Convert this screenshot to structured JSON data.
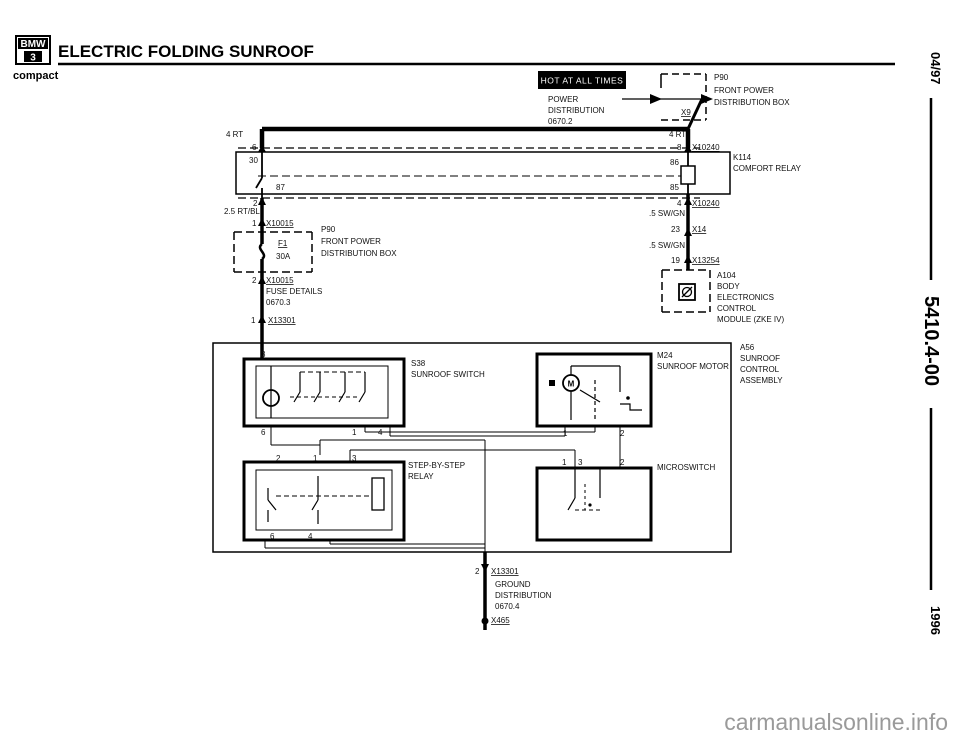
{
  "header": {
    "logo_top": "BMW",
    "logo_bottom": "3",
    "logo_sub": "compact",
    "title": "ELECTRIC FOLDING SUNROOF"
  },
  "side": {
    "date": "04/97",
    "code": "5410.4-00",
    "year": "1996"
  },
  "hot_label": "HOT AT ALL TIMES",
  "power_dist": [
    "POWER",
    "DISTRIBUTION",
    "0670.2"
  ],
  "p90_top": {
    "name": "P90",
    "lines": [
      "FRONT POWER",
      "DISTRIBUTION BOX"
    ],
    "pin": "X9"
  },
  "wires": {
    "w4rt_left": "4 RT",
    "w4rt_right": "4 RT",
    "p6": "6",
    "p8": "8",
    "x10240_a": "X10240",
    "p30": "30",
    "p86": "86",
    "p87": "87",
    "p85": "85",
    "p2a": "2",
    "w25": "2.5 RT/BL",
    "p1a": "1",
    "x10015_a": "X10015",
    "p4": "4",
    "x10240_b": "X10240",
    "w5a": ".5 SW/GN",
    "p23": "23",
    "x14": "X14",
    "w5b": ".5 SW/GN",
    "p19": "19",
    "x13254": "X13254",
    "p2b": "2",
    "x10015_b": "X10015",
    "p1b": "1",
    "x13301_a": "X13301",
    "p2c": "2",
    "x13301_b": "X13301"
  },
  "k114": {
    "name": "K114",
    "desc": "COMFORT RELAY"
  },
  "p90_fuse": {
    "name": "P90",
    "lines": [
      "FRONT POWER",
      "DISTRIBUTION BOX"
    ],
    "fuse": "F1",
    "amps": "30A"
  },
  "fuse_details": [
    "FUSE DETAILS",
    "0670.3"
  ],
  "a104": {
    "name": "A104",
    "lines": [
      "BODY",
      "ELECTRONICS",
      "CONTROL",
      "MODULE (ZKE IV)"
    ]
  },
  "a56": {
    "name": "A56",
    "lines": [
      "SUNROOF",
      "CONTROL",
      "ASSEMBLY"
    ]
  },
  "s38": {
    "name": "S38",
    "desc": "SUNROOF SWITCH",
    "pins": [
      "3",
      "6",
      "1",
      "4"
    ]
  },
  "m24": {
    "name": "M24",
    "desc": "SUNROOF MOTOR",
    "pins": [
      "1",
      "2"
    ]
  },
  "step_relay": {
    "lines": [
      "STEP-BY-STEP",
      "RELAY"
    ],
    "pins": [
      "2",
      "1",
      "3",
      "6",
      "4"
    ]
  },
  "microswitch": {
    "desc": "MICROSWITCH",
    "pins": [
      "1",
      "3",
      "2"
    ]
  },
  "ground": {
    "lines": [
      "GROUND",
      "DISTRIBUTION",
      "0670.4"
    ],
    "x465": "X465"
  },
  "watermark": "carmanualsonline.info"
}
